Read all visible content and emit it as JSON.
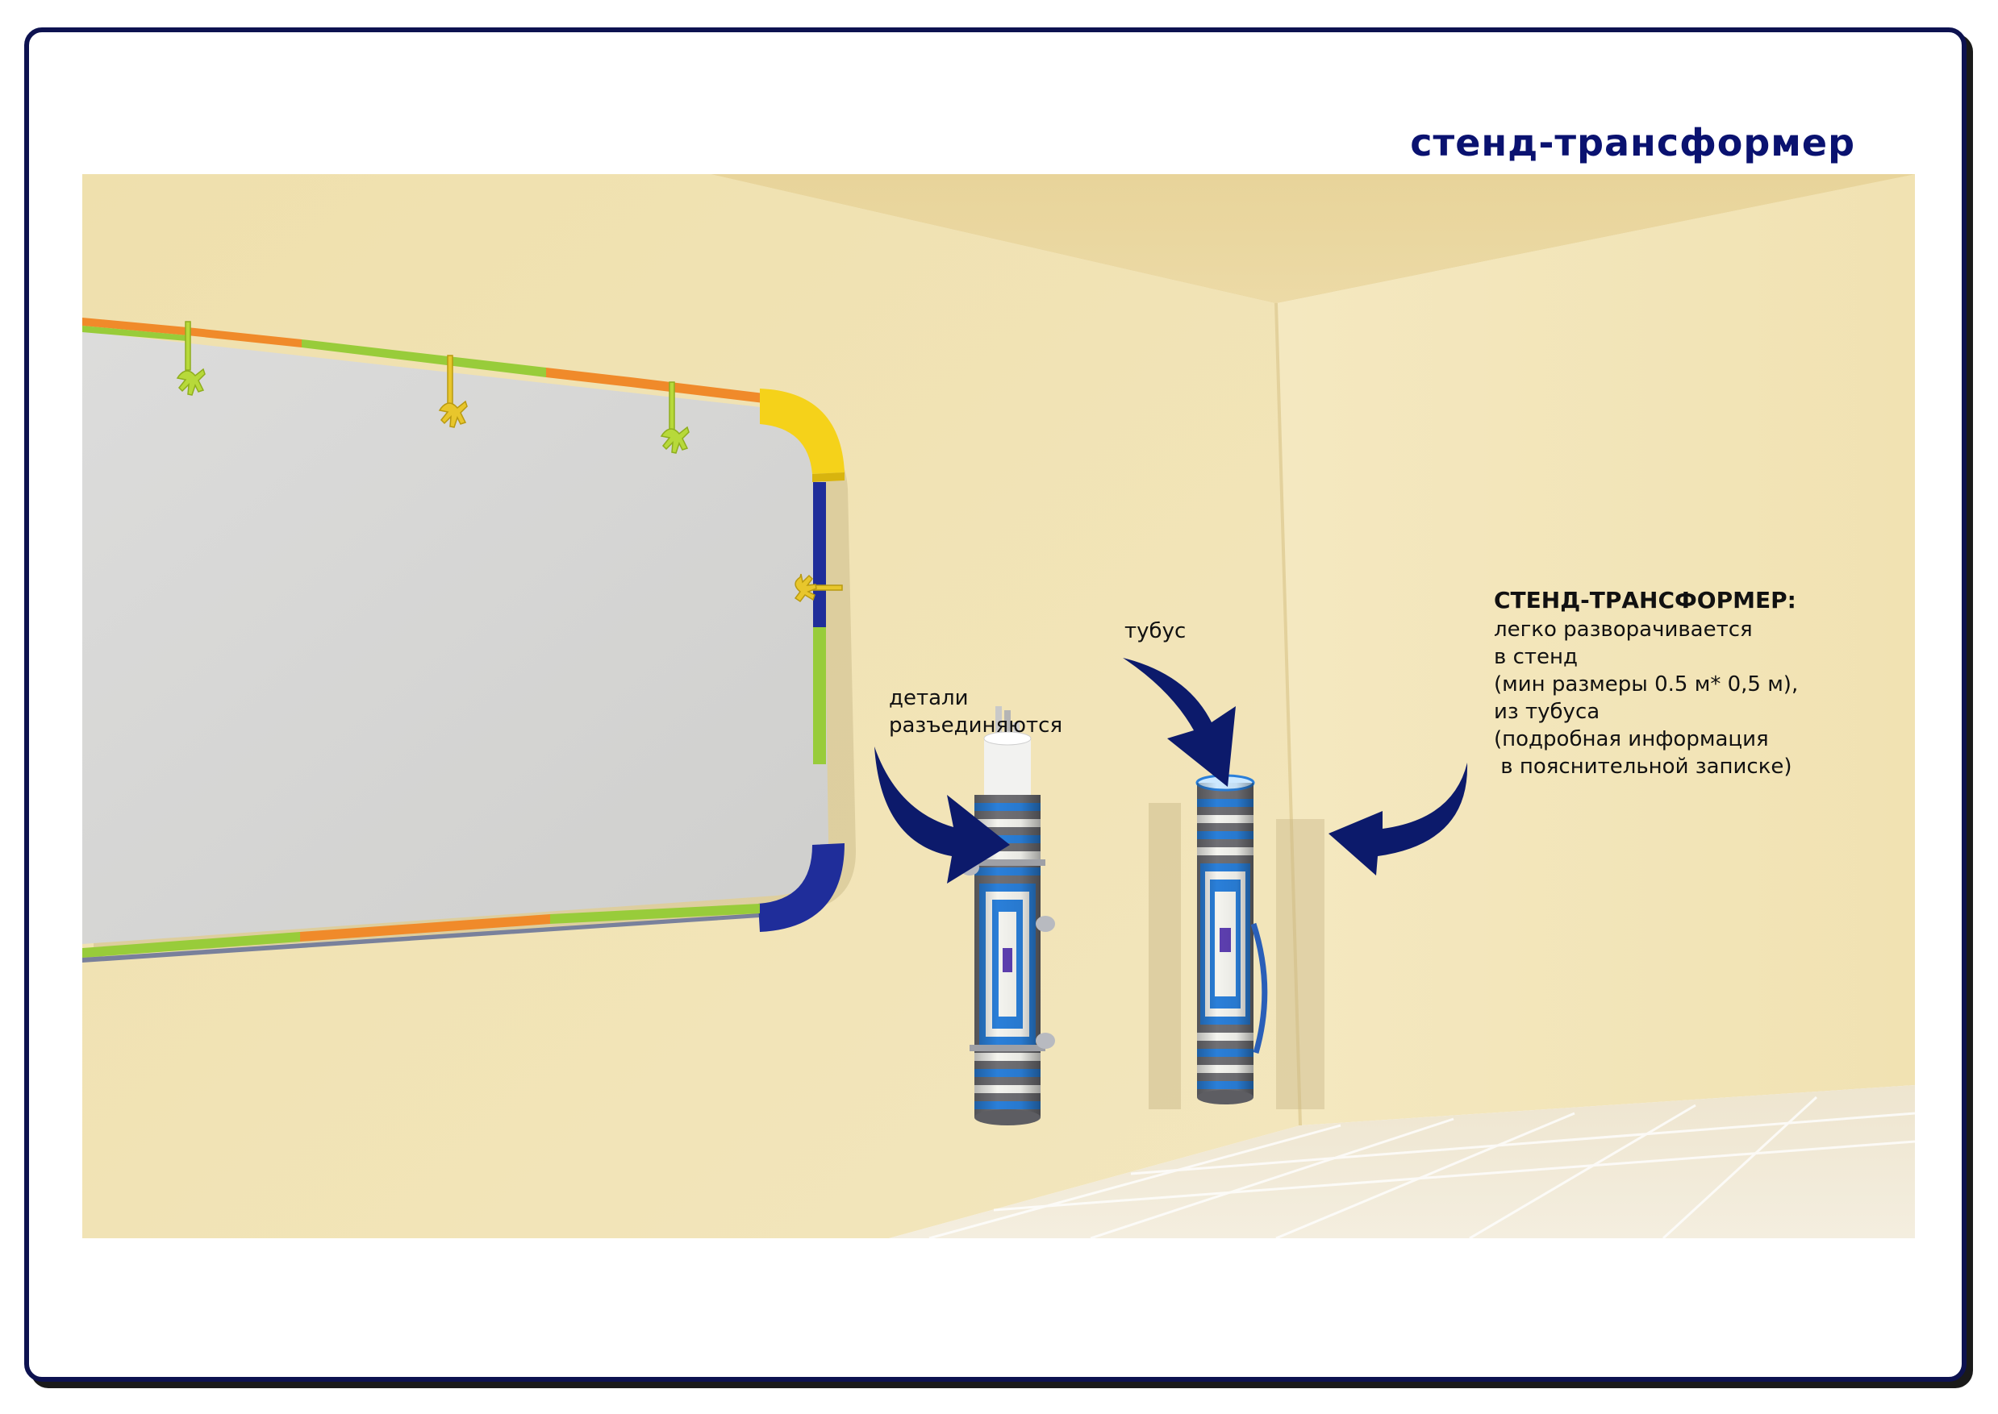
{
  "title": "стенд-трансформер",
  "labels": {
    "parts_line1": "детали",
    "parts_line2": "разъединяются",
    "tube": "тубус",
    "info_heading": "СТЕНД-ТРАНСФОРМЕР:",
    "info_line1": "легко разворачивается",
    "info_line2": "в стенд",
    "info_line3": "(мин размеры 0.5 м* 0,5 м),",
    "info_line4": "из тубуса",
    "info_line5": "(подробная информация",
    "info_line6": " в пояснительной записке)"
  },
  "colors": {
    "frame": "#0d1250",
    "title": "#0a1270",
    "arrow": "#0c1a6b",
    "wall": "#f1e2b0",
    "board": "#d9d9d6",
    "rail_green": "#98cc3a",
    "rail_orange": "#f08a2a",
    "corner_yellow": "#f5d21a",
    "corner_blue": "#1f2d9a",
    "tube_blue": "#2a7fd9"
  },
  "icons": [
    "hand-clip-icon",
    "curved-arrow-icon"
  ]
}
